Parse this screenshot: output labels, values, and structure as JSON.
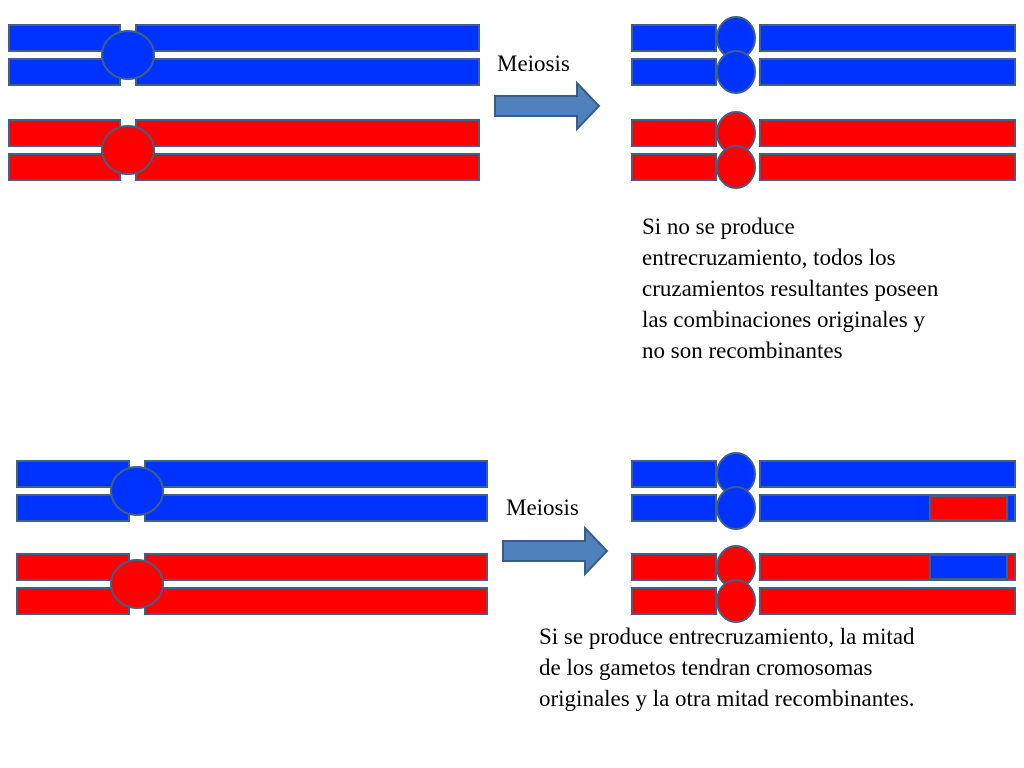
{
  "colors": {
    "blue": "#0033ff",
    "red": "#ff0000",
    "outline": "#3f5f85",
    "arrow_fill": "#4f81bd",
    "arrow_stroke": "#385d8a"
  },
  "scenarios": [
    {
      "id": "no-crossover",
      "arrow_label": "Meiosis",
      "caption_lines": [
        "Si no se produce",
        "entrecruzamiento, todos los",
        "cruzamientos resultantes poseen",
        "las combinaciones originales y",
        "no son recombinantes"
      ],
      "before_pairs": [
        {
          "color": "blue",
          "chromatids": 2
        },
        {
          "color": "red",
          "chromatids": 2
        }
      ],
      "after_chromosomes": [
        {
          "base": "blue",
          "tip": null
        },
        {
          "base": "blue",
          "tip": null
        },
        {
          "base": "red",
          "tip": null
        },
        {
          "base": "red",
          "tip": null
        }
      ]
    },
    {
      "id": "crossover",
      "arrow_label": "Meiosis",
      "caption_lines": [
        "Si se produce entrecruzamiento, la mitad",
        "de los gametos tendran cromosomas",
        "originales y la otra mitad recombinantes."
      ],
      "before_pairs": [
        {
          "color": "blue",
          "chromatids": 2
        },
        {
          "color": "red",
          "chromatids": 2
        }
      ],
      "after_chromosomes": [
        {
          "base": "blue",
          "tip": null
        },
        {
          "base": "blue",
          "tip": "red"
        },
        {
          "base": "red",
          "tip": "blue"
        },
        {
          "base": "red",
          "tip": null
        }
      ]
    }
  ]
}
